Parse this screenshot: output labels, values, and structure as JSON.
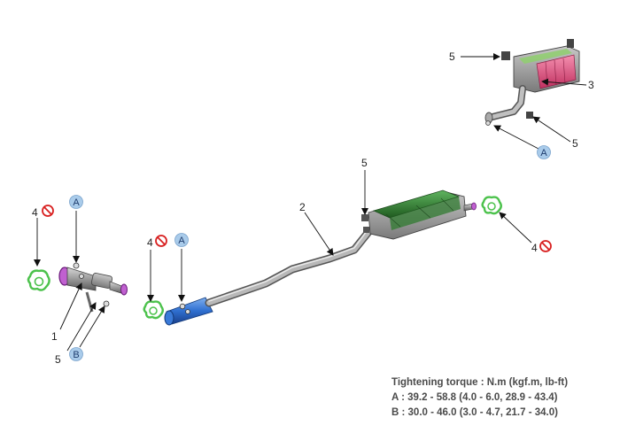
{
  "diagram": {
    "callouts": {
      "front_gasket_num": "4",
      "front_pipe_num": "1",
      "front_mount_num": "5",
      "front_bolt_ref_a": "A",
      "front_bolt_ref_b": "B",
      "cat_gasket_num": "4",
      "cat_bolt_ref_a": "A",
      "center_pipe_num": "2",
      "center_mount_num": "5",
      "rear_gasket_num": "4",
      "muffler_top_mount_num": "5",
      "muffler_num": "3",
      "muffler_bottom_mount_num": "5",
      "muffler_bolt_ref_a": "A"
    },
    "colors": {
      "pipe_gray": "#9a9a9a",
      "catalyst_blue": "#2f6fd0",
      "resonator_green": "#3a8a3a",
      "muffler_pink": "#e0507a",
      "gasket_green": "#4cc24c",
      "flange_purple": "#b040c0",
      "badge_blue": "#a9cbea",
      "no_reuse_red": "#d82020"
    }
  },
  "torque_spec": {
    "title": "Tightening torque : N.m (kgf.m, lb-ft)",
    "a": "A : 39.2 - 58.8 (4.0 - 6.0, 28.9 - 43.4)",
    "b": "B : 30.0 - 46.0 (3.0 - 4.7, 21.7 - 34.0)"
  }
}
